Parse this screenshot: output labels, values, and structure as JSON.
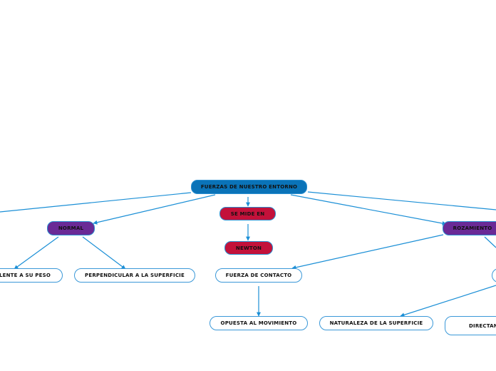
{
  "nodes": {
    "root": "FUERZAS DE NUESTRO ENTORNO",
    "se_mide_en": "SE MIDE EN",
    "newton": "NEWTON",
    "normal": "NORMAL",
    "rozamiento": "ROZAMIENTO",
    "equivalente": "ALENTE A SU PESO",
    "perpendicular": "PERPENDICULAR A LA SUPERFICIE",
    "fuerza_contacto": "FUERZA DE CONTACTO",
    "opuesta": "OPUESTA AL MOVIMIENTO",
    "naturaleza": "NATURALEZA DE LA SUPERFICIE",
    "directamente": "DIRECTAN"
  },
  "colors": {
    "connector": "#1b8fd6",
    "root_fill": "#0a73b8",
    "red_fill": "#c3113a",
    "purple_fill": "#6a2a96",
    "leaf_border": "#3a98d8"
  }
}
